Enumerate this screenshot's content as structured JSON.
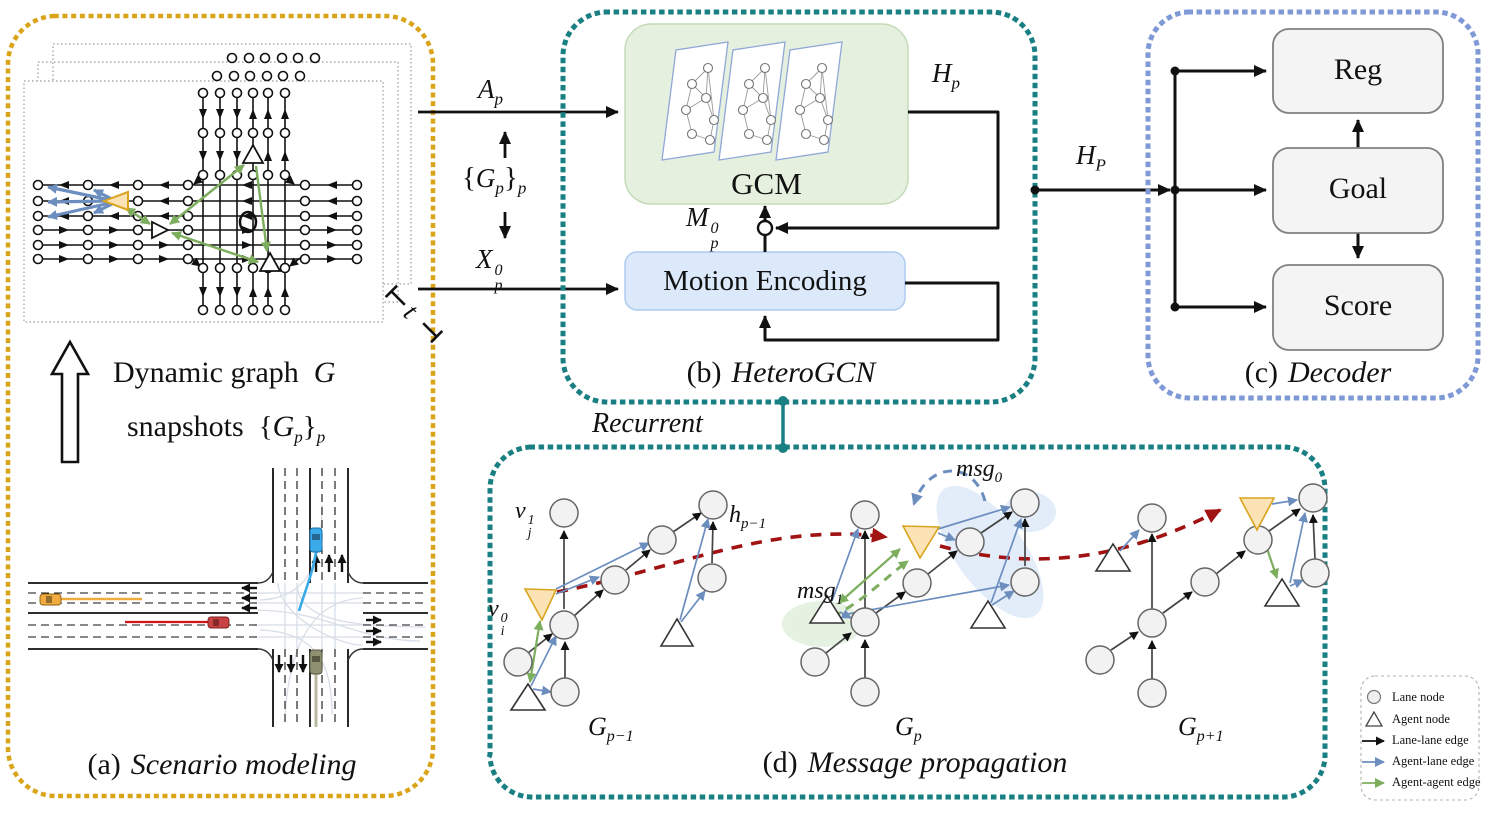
{
  "panel_a": {
    "caption_index": "(a)",
    "caption": "Scenario modeling",
    "annotation_line1": "Dynamic graph",
    "graph_symbol": "G",
    "annotation_line2": "snapshots",
    "snapshot_set": {
      "open": "{",
      "symbol": "G",
      "inner_sub": "p",
      "close": "}",
      "outer_sub": "p"
    },
    "time_axis": "t"
  },
  "io": {
    "adjacency": {
      "main": "A",
      "sub": "p"
    },
    "snapshot_set": {
      "open": "{",
      "symbol": "G",
      "inner_sub": "p",
      "close": "}",
      "outer_sub": "p"
    },
    "features": {
      "main": "X",
      "sub": "p",
      "sup": "0"
    }
  },
  "panel_b": {
    "caption_index": "(b)",
    "caption": "HeteroGCN",
    "gcm_label": "GCM",
    "motion_label": "Motion Encoding",
    "hidden": {
      "main": "H",
      "sub": "p"
    },
    "message": {
      "main": "M",
      "sub": "p",
      "sup": "0"
    },
    "recurrent_label": "Recurrent"
  },
  "hp_out": {
    "main": "H",
    "sub": "P"
  },
  "panel_c": {
    "caption_index": "(c)",
    "caption": "Decoder",
    "reg": "Reg",
    "goal": "Goal",
    "score": "Score"
  },
  "panel_d": {
    "caption_index": "(d)",
    "caption": "Message propagation",
    "g_prev": {
      "symbol": "G",
      "sub": "p−1"
    },
    "g_cur": {
      "symbol": "G",
      "sub": "p"
    },
    "g_next": {
      "symbol": "G",
      "sub": "p+1"
    },
    "v_j": {
      "main": "v",
      "sub": "j",
      "sup": "1"
    },
    "v_i": {
      "main": "v",
      "sub": "i",
      "sup": "0"
    },
    "h_prev": {
      "main": "h",
      "sub": "p−1"
    },
    "msg0": {
      "main": "msg",
      "sub": "0"
    },
    "msg1": {
      "main": "msg",
      "sub": "1"
    }
  },
  "legend": {
    "items": [
      {
        "label": "Lane node"
      },
      {
        "label": "Agent node"
      },
      {
        "label": "Lane-lane edge"
      },
      {
        "label": "Agent-lane edge"
      },
      {
        "label": "Agent-agent edge"
      }
    ]
  },
  "colors": {
    "scenario_border": "#D9A417",
    "heterogcn_border": "#1A7F83",
    "decoder_border": "#7E99D6",
    "gcm_fill": "#E5F0DF",
    "motion_fill": "#DCE9FB",
    "decoder_box_fill": "#F4F4F4",
    "lane_node_fill": "#F1F1F1",
    "lane_lane_edge": "#1A1A1A",
    "agent_lane_edge": "#6C8EBF",
    "agent_agent_edge": "#7CAE5E",
    "hidden_state_path": "#A11212",
    "agent_marker_fill": "#FCE3B6"
  }
}
